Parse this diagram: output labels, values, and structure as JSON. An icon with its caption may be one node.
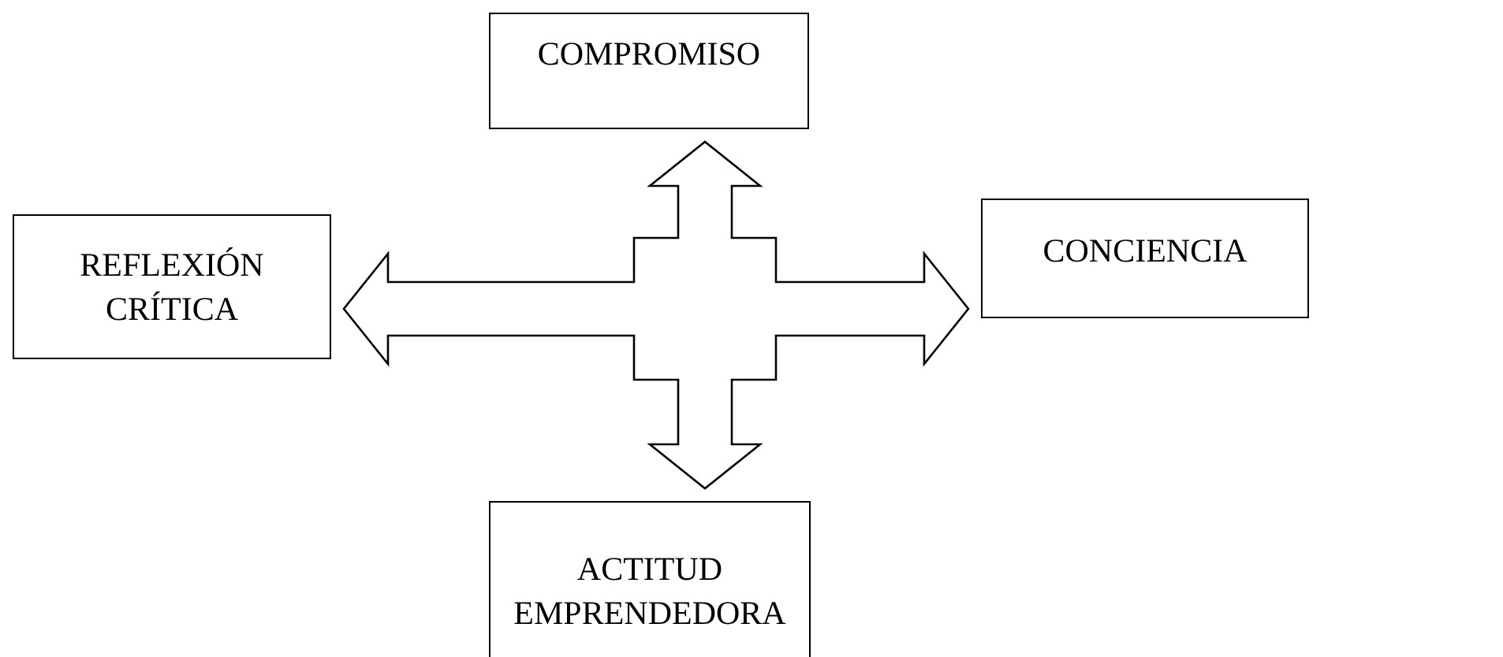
{
  "diagram": {
    "nodes": [
      {
        "text": [
          "COMPROMISO"
        ]
      },
      {
        "text": [
          "REFLEXIÓN CRÍTICA"
        ]
      },
      {
        "text": [
          "CONCIENCIA"
        ]
      },
      {
        "text": [
          "ACTITUD EMPRENDEDORA"
        ]
      }
    ],
    "edges": [
      {
        "from": 0,
        "to": 3,
        "arrow": "both"
      },
      {
        "from": 1,
        "to": 2,
        "arrow": "both"
      }
    ]
  }
}
